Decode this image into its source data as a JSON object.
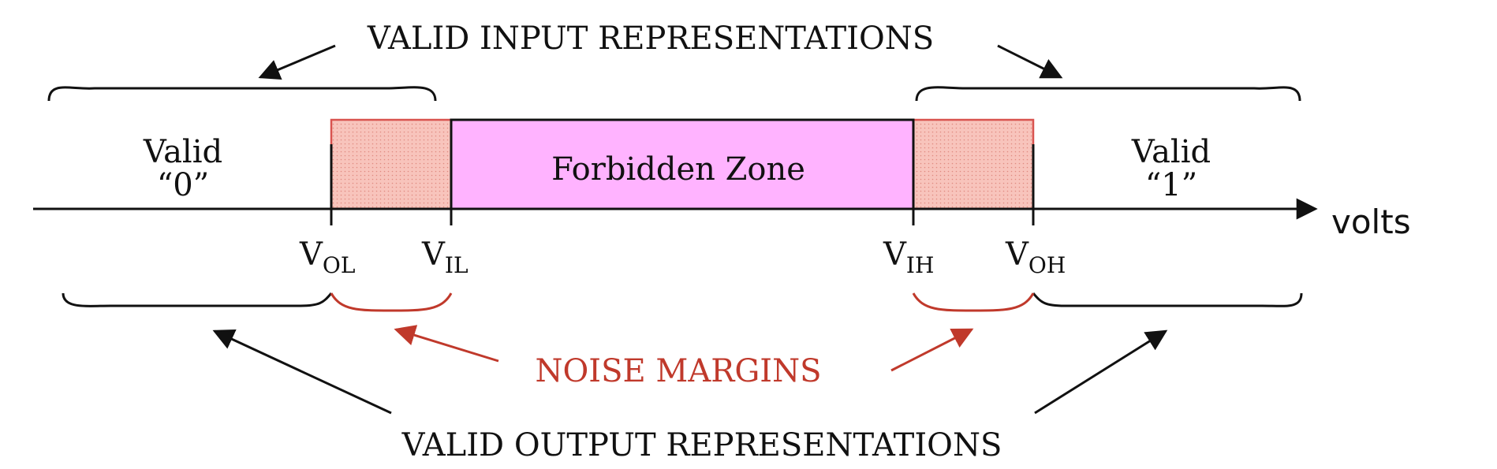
{
  "top_label": "VALID INPUT REPRESENTATIONS",
  "bottom_label": "VALID OUTPUT REPRESENTATIONS",
  "noise_label": "NOISE MARGINS",
  "forbidden_label": "Forbidden Zone",
  "valid0": {
    "line1": "Valid",
    "line2": "“0”"
  },
  "valid1": {
    "line1": "Valid",
    "line2": "“1”"
  },
  "axis_label": "volts",
  "thresholds": {
    "vol": {
      "v": "V",
      "sub": "OL"
    },
    "vil": {
      "v": "V",
      "sub": "IL"
    },
    "vih": {
      "v": "V",
      "sub": "IH"
    },
    "voh": {
      "v": "V",
      "sub": "OH"
    }
  },
  "colors": {
    "forbidden_fill": "#ffb3ff",
    "noise_fill": "#f8c4bc",
    "noise_stroke": "#d9534f",
    "ink": "#111111",
    "noise_text": "#c0392b"
  }
}
